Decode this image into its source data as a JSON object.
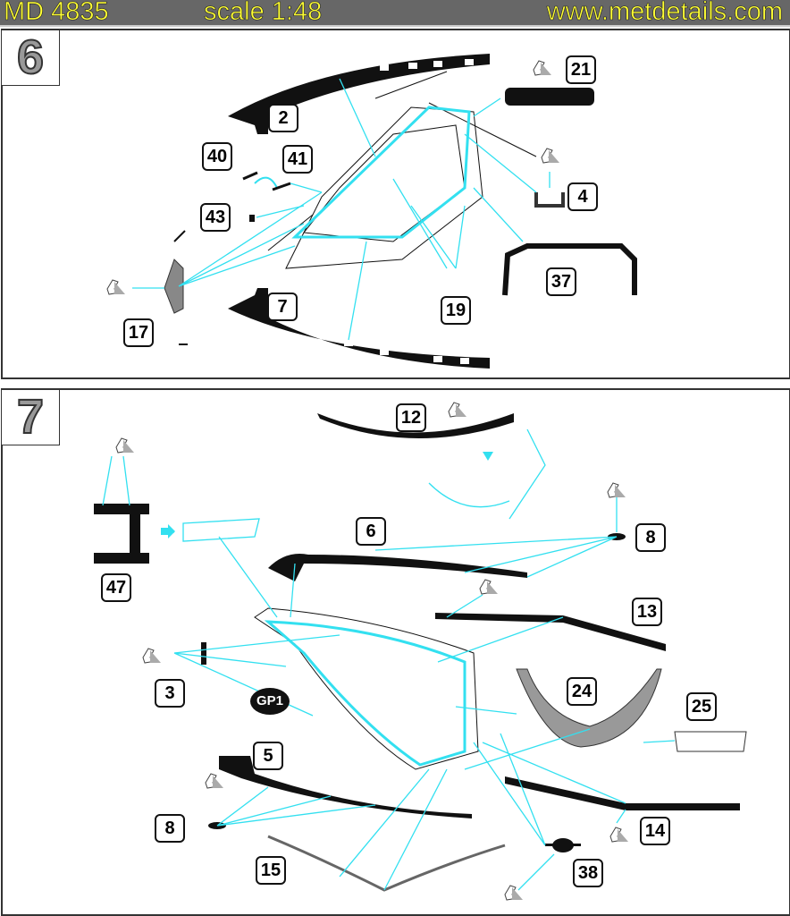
{
  "header": {
    "code": "MD 4835",
    "scale": "scale 1:48",
    "website": "www.metdetails.com"
  },
  "colors": {
    "header_bg": "#676767",
    "header_text": "#ffff33",
    "leader_line": "#33e0f0"
  },
  "step6": {
    "number": "6",
    "parts": [
      "2",
      "21",
      "40",
      "41",
      "4",
      "43",
      "37",
      "7",
      "19",
      "17"
    ]
  },
  "step7": {
    "number": "7",
    "parts": [
      "12",
      "47",
      "6",
      "8",
      "13",
      "3",
      "24",
      "25",
      "5",
      "8",
      "14",
      "15",
      "38"
    ],
    "glue": "GP1"
  },
  "icons": [
    "bend-fold-icon",
    "arrow-right-icon"
  ]
}
